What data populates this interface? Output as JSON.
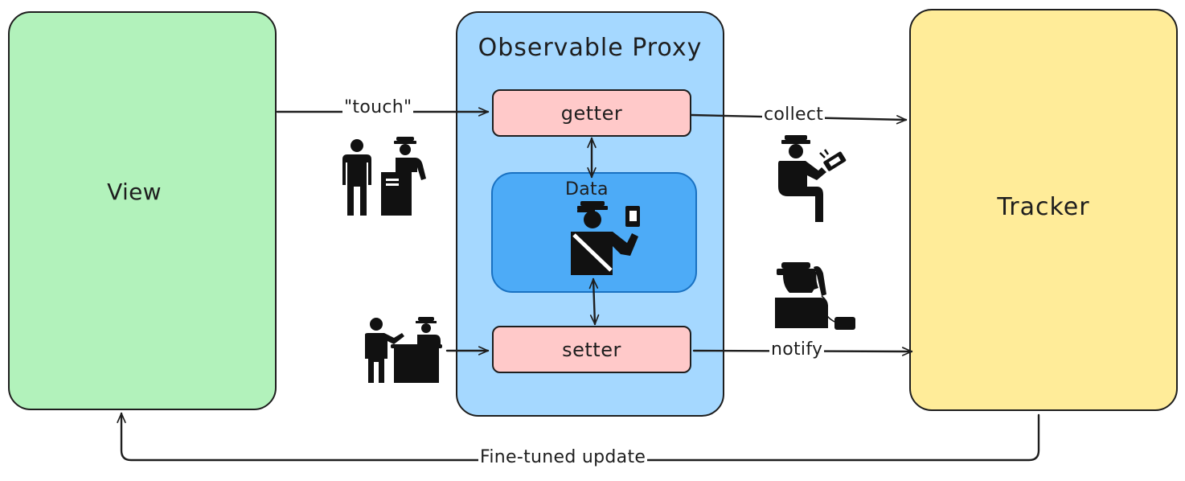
{
  "view": {
    "title": "View"
  },
  "proxy": {
    "title": "Observable Proxy"
  },
  "getter": {
    "label": "getter"
  },
  "setter": {
    "label": "setter"
  },
  "data": {
    "label": "Data"
  },
  "tracker": {
    "title": "Tracker"
  },
  "edges": {
    "touch": "\"touch\"",
    "collect": "collect",
    "notify": "notify",
    "update": "Fine-tuned update"
  },
  "icons": {
    "touch_icon": "customs-inspection-icon",
    "data_icon": "passport-control-officer-icon",
    "setter_icon": "reception-desk-icon",
    "collect_icon": "officer-scanning-icon",
    "notify_icon": "officer-phone-icon"
  },
  "colors": {
    "view": "#b2f2bb",
    "proxy": "#a5d8ff",
    "data": "#4dabf7",
    "pill": "#ffc9c9",
    "tracker": "#ffec99",
    "stroke": "#1e1e1e"
  }
}
